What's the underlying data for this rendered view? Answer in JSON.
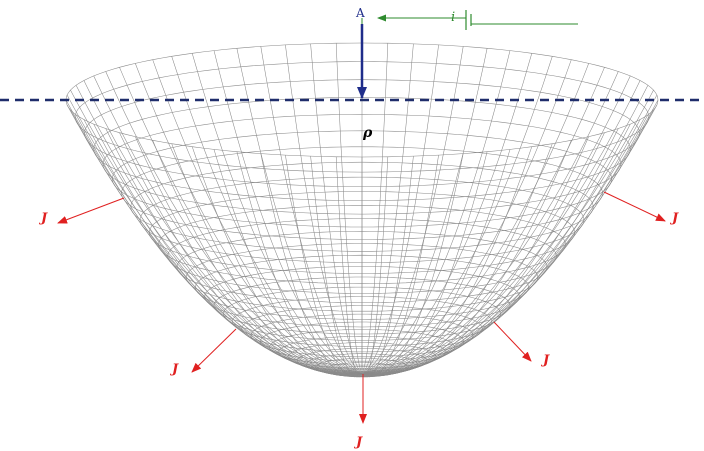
{
  "labels": {
    "electrode": "A",
    "current": "i",
    "resistivity": "ρ",
    "flux": "J"
  },
  "colors": {
    "mesh": "#8a8a8a",
    "surface_line": "#1f2d6b",
    "electrode_arrow": "#1f2d8a",
    "circuit": "#2e8b2e",
    "current_density": "#e02020"
  }
}
